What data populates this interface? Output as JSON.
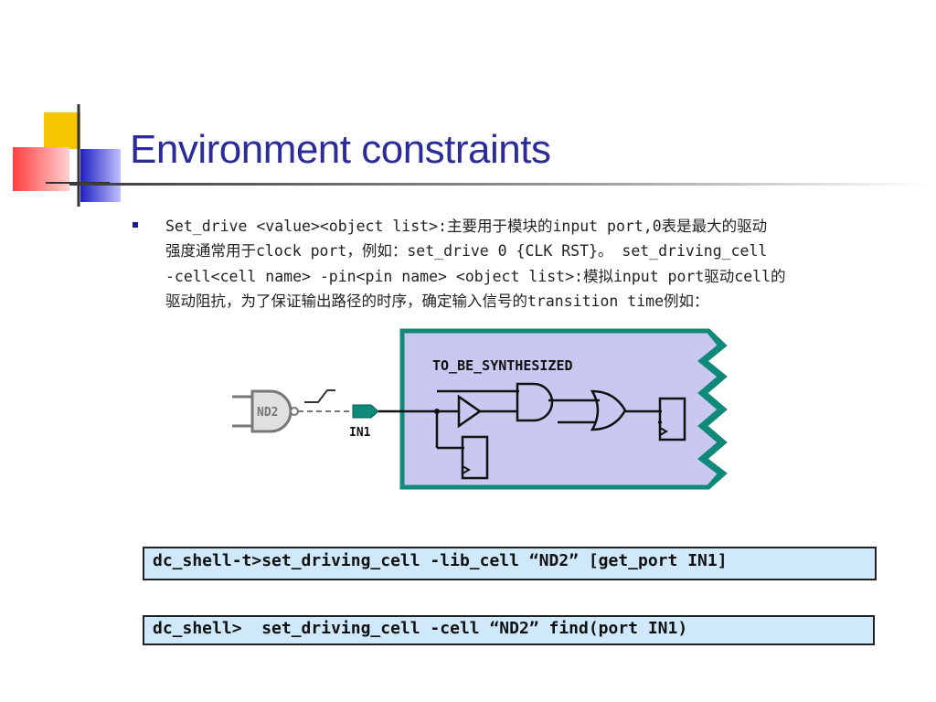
{
  "slide": {
    "title": "Environment constraints",
    "bullet_lines": [
      "Set_drive <value><object list>:主要用于模块的input port,0表是最大的驱动",
      "强度通常用于clock port，例如：set_drive 0 {CLK RST}。 set_driving_cell",
      "-cell<cell name> -pin<pin name> <object list>:模拟input port驱动cell的",
      "驱动阻抗，为了保证输出路径的时序，确定输入信号的transition time例如："
    ]
  },
  "diagram": {
    "module_label": "TO_BE_SYNTHESIZED",
    "driver_cell_label": "ND2",
    "port_label": "IN1",
    "colors": {
      "module_fill": "#c8c8f0",
      "module_border": "#0f8a7a",
      "port_fill": "#0f8a7a"
    }
  },
  "commands": {
    "cmd1": "dc_shell-t>set_driving_cell -lib_cell “ND2” [get_port IN1]",
    "cmd2": "dc_shell>  set_driving_cell -cell “ND2” find(port IN1)"
  },
  "theme": {
    "title_color": "#2b2b99",
    "command_bg": "#cfe9fb"
  }
}
